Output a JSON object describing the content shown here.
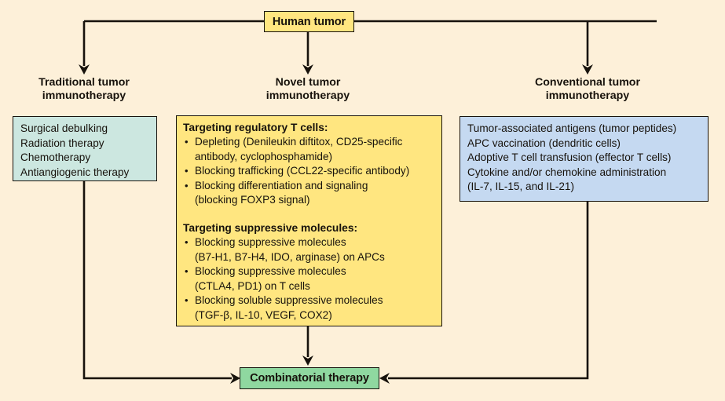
{
  "diagram": {
    "background_color": "#fdf0d9",
    "line_color": "#17120c",
    "top_node": {
      "label": "Human tumor",
      "fill": "#ffe680"
    },
    "bottom_node": {
      "label": "Combinatorial therapy",
      "fill": "#8fd8a0"
    },
    "columns": [
      {
        "heading_line1": "Traditional tumor",
        "heading_line2": "immunotherapy",
        "fill": "#cce7e0",
        "lines": [
          "Surgical debulking",
          "Radiation therapy",
          "Chemotherapy",
          "Antiangiogenic therapy"
        ]
      },
      {
        "heading_line1": "Novel tumor",
        "heading_line2": "immunotherapy",
        "fill": "#ffe680",
        "groups": [
          {
            "title": "Targeting regulatory T cells:",
            "items": [
              {
                "line1": "Depleting (Denileukin diftitox, CD25-specific",
                "line2": "antibody, cyclophosphamide)"
              },
              {
                "line1": "Blocking trafficking (CCL22-specific antibody)",
                "line2": ""
              },
              {
                "line1": "Blocking differentiation and signaling",
                "line2": "(blocking FOXP3 signal)"
              }
            ]
          },
          {
            "title": "Targeting suppressive molecules:",
            "items": [
              {
                "line1": "Blocking suppressive molecules",
                "line2": "(B7-H1, B7-H4, IDO, arginase) on APCs"
              },
              {
                "line1": "Blocking suppressive molecules",
                "line2": "(CTLA4,  PD1) on T cells"
              },
              {
                "line1": "Blocking soluble suppressive molecules",
                "line2": "(TGF-β, IL-10, VEGF, COX2)"
              }
            ]
          }
        ]
      },
      {
        "heading_line1": "Conventional tumor",
        "heading_line2": "immunotherapy",
        "fill": "#c5d9f1",
        "lines": [
          "Tumor-associated antigens (tumor peptides)",
          "APC vaccination (dendritic cells)",
          "Adoptive T cell transfusion (effector T cells)",
          "Cytokine and/or chemokine administration",
          "(IL-7, IL-15, and IL-21)"
        ]
      }
    ],
    "bullet_glyph": "•"
  }
}
